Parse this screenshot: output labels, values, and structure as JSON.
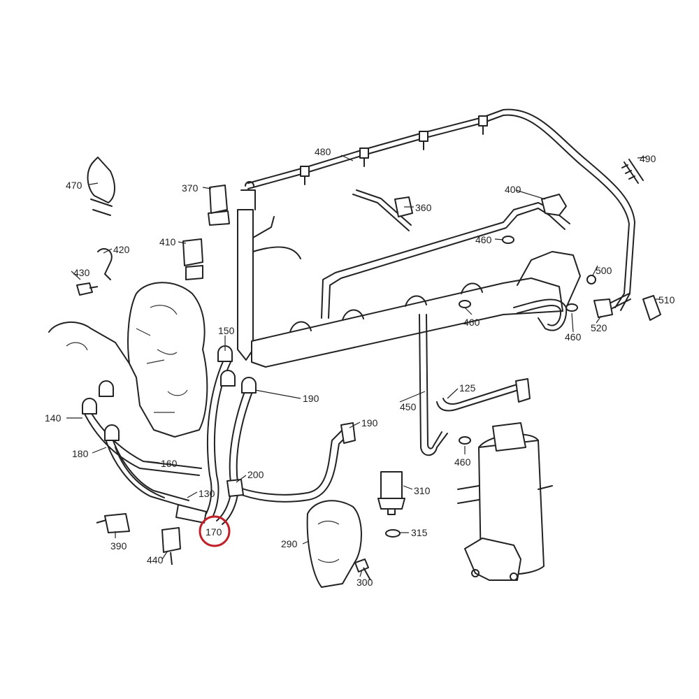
{
  "colors": {
    "line": "#222222",
    "highlight": "#c0202a",
    "background": "#ffffff"
  },
  "callouts": [
    {
      "id": "480",
      "text": "480"
    },
    {
      "id": "490",
      "text": "490"
    },
    {
      "id": "470",
      "text": "470"
    },
    {
      "id": "370",
      "text": "370"
    },
    {
      "id": "400",
      "text": "400"
    },
    {
      "id": "360",
      "text": "360"
    },
    {
      "id": "410",
      "text": "410"
    },
    {
      "id": "420",
      "text": "420"
    },
    {
      "id": "430",
      "text": "430"
    },
    {
      "id": "460a",
      "text": "460"
    },
    {
      "id": "500",
      "text": "500"
    },
    {
      "id": "510",
      "text": "510"
    },
    {
      "id": "460b",
      "text": "460"
    },
    {
      "id": "520",
      "text": "520"
    },
    {
      "id": "460c",
      "text": "460"
    },
    {
      "id": "150",
      "text": "150"
    },
    {
      "id": "190a",
      "text": "190"
    },
    {
      "id": "125",
      "text": "125"
    },
    {
      "id": "140",
      "text": "140"
    },
    {
      "id": "450",
      "text": "450"
    },
    {
      "id": "190b",
      "text": "190"
    },
    {
      "id": "180",
      "text": "180"
    },
    {
      "id": "160",
      "text": "160"
    },
    {
      "id": "460d",
      "text": "460"
    },
    {
      "id": "200",
      "text": "200"
    },
    {
      "id": "310",
      "text": "310"
    },
    {
      "id": "130",
      "text": "130"
    },
    {
      "id": "170",
      "text": "170"
    },
    {
      "id": "315",
      "text": "315"
    },
    {
      "id": "390",
      "text": "390"
    },
    {
      "id": "440",
      "text": "440"
    },
    {
      "id": "290",
      "text": "290"
    },
    {
      "id": "300",
      "text": "300"
    }
  ],
  "highlighted_callout": "170"
}
